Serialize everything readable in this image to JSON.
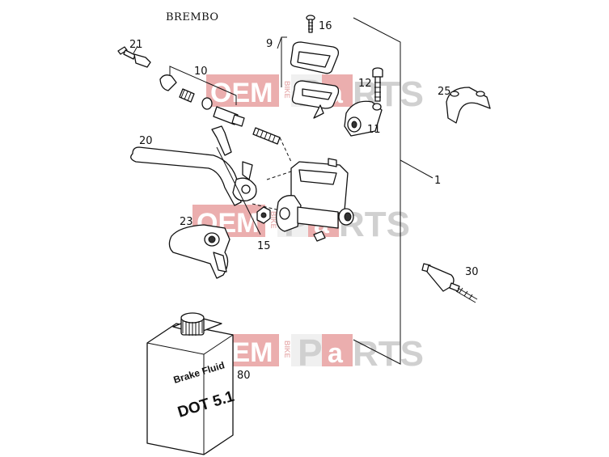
{
  "brand": "BREMBO",
  "callouts": [
    {
      "id": "21",
      "text": "21"
    },
    {
      "id": "10",
      "text": "10"
    },
    {
      "id": "9",
      "text": "9"
    },
    {
      "id": "16",
      "text": "16"
    },
    {
      "id": "12",
      "text": "12"
    },
    {
      "id": "25",
      "text": "25"
    },
    {
      "id": "11",
      "text": "11"
    },
    {
      "id": "20",
      "text": "20"
    },
    {
      "id": "1",
      "text": "1"
    },
    {
      "id": "23",
      "text": "23"
    },
    {
      "id": "15",
      "text": "15"
    },
    {
      "id": "30",
      "text": "30"
    },
    {
      "id": "80",
      "text": "80"
    }
  ],
  "bottle": {
    "line1": "Brake Fluid",
    "line2": "DOT 5.1"
  },
  "watermark": {
    "oem": "OEM",
    "bike": "BIKE",
    "p": "P",
    "a": "a",
    "rts": "RTS"
  },
  "colors": {
    "watermark_red": "#e8a0a0",
    "watermark_grey": "#c8c8c8",
    "line": "#111111"
  }
}
